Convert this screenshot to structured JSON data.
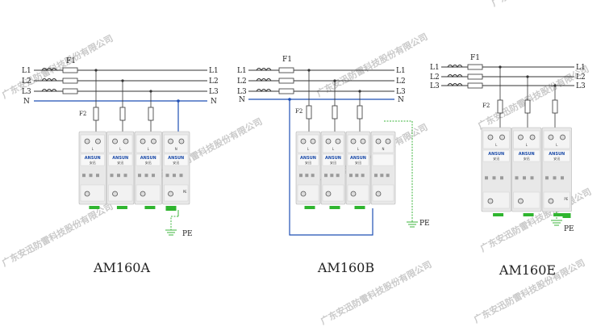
{
  "watermark": "广东安迅防雷科技股份有限公司",
  "module_brand": "ANSUN",
  "module_sub": "安迅",
  "colors": {
    "neutral": "#1f4fb5",
    "pe": "#3db53d",
    "line": "#333333",
    "module": "#e6e6e6",
    "terminal": "#2fb52f"
  },
  "diagrams": [
    {
      "caption": "AM160A",
      "fuse_main": "F1",
      "fuse_branch": "F2",
      "pe": "PE",
      "lines_left": [
        "L1",
        "L2",
        "L3",
        "N"
      ],
      "lines_right": [
        "L1",
        "L2",
        "L3",
        "N"
      ],
      "module_marks": [
        "L",
        "L",
        "L",
        "N"
      ],
      "module_bottom_marks": [
        "",
        "",
        "",
        "PE"
      ]
    },
    {
      "caption": "AM160B",
      "fuse_main": "F1",
      "fuse_branch": "F2",
      "pe": "PE",
      "lines_left": [
        "L1",
        "L2",
        "L3",
        "N"
      ],
      "lines_right": [
        "L1",
        "L2",
        "L3",
        "N"
      ],
      "module_marks": [
        "L",
        "L",
        "L",
        "N"
      ],
      "module_bottom_marks": [
        "",
        "",
        "",
        ""
      ]
    },
    {
      "caption": "AM160E",
      "fuse_main": "F1",
      "fuse_branch": "F2",
      "pe": "PE",
      "lines_left": [
        "L1",
        "L2",
        "L3"
      ],
      "lines_right": [
        "L1",
        "L2",
        "L3"
      ],
      "module_marks": [
        "L",
        "L",
        "L"
      ],
      "module_bottom_marks": [
        "",
        "",
        "PE"
      ]
    }
  ]
}
